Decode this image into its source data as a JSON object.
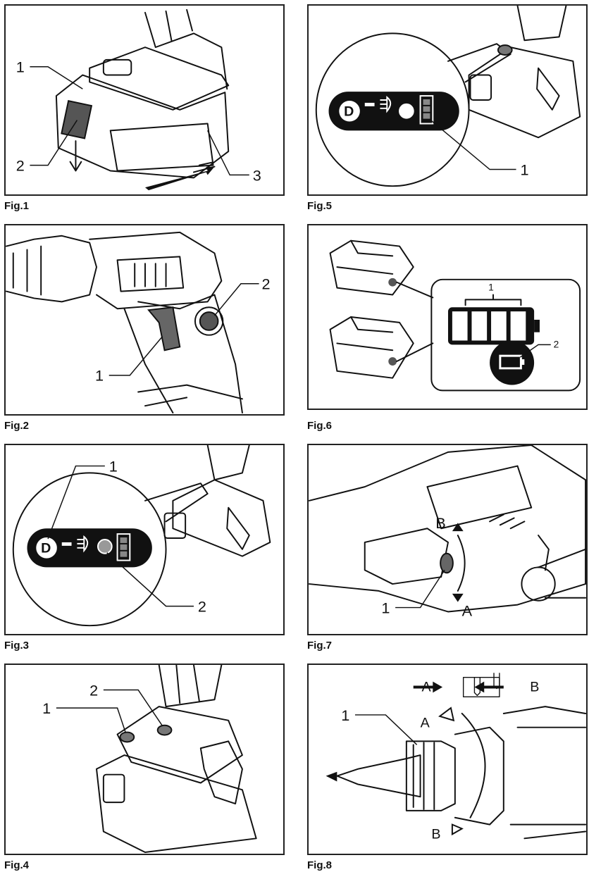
{
  "figures": [
    {
      "label": "Fig.1",
      "callouts": [
        "1",
        "2",
        "3"
      ]
    },
    {
      "label": "Fig.2",
      "callouts": [
        "1",
        "2"
      ]
    },
    {
      "label": "Fig.3",
      "callouts": [
        "1",
        "2"
      ]
    },
    {
      "label": "Fig.4",
      "callouts": [
        "1",
        "2"
      ]
    },
    {
      "label": "Fig.5",
      "callouts": [
        "1"
      ]
    },
    {
      "label": "Fig.6",
      "callouts": [
        "1",
        "2"
      ]
    },
    {
      "label": "Fig.7",
      "callouts": [
        "1",
        "B",
        "A"
      ]
    },
    {
      "label": "Fig.8",
      "callouts": [
        "1",
        "A",
        "B",
        "A",
        "B"
      ]
    }
  ],
  "icons": {
    "mode_switch": "D",
    "switch_icon": "mode-D-icon",
    "light_icon": "light-icon",
    "battery_icon": "battery-indicator-icon"
  }
}
